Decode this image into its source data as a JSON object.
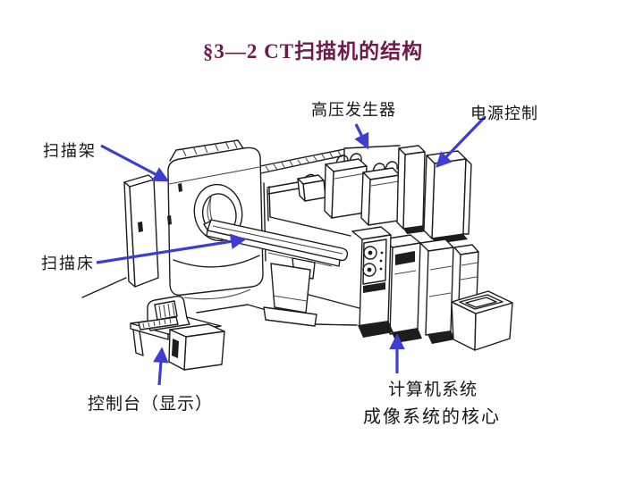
{
  "slide": {
    "title": "§3—2 CT扫描机的结构",
    "colors": {
      "title": "#6e1a4b",
      "arrow": "#3b3ed1",
      "line": "#1d1d1d",
      "background": "#ffffff"
    }
  },
  "labels": {
    "gantry": "扫描架",
    "hv_generator": "高压发生器",
    "power_control": "电源控制",
    "scan_table": "扫描床",
    "console": "控制台（显示）",
    "computer_system": "计算机系统",
    "computer_note": "成像系统的核心"
  },
  "diagram": {
    "parts": [
      "scan-gantry",
      "scan-table",
      "high-voltage-generator",
      "power-control-cabinets",
      "computer-system-racks",
      "operator-console",
      "low-table"
    ]
  }
}
